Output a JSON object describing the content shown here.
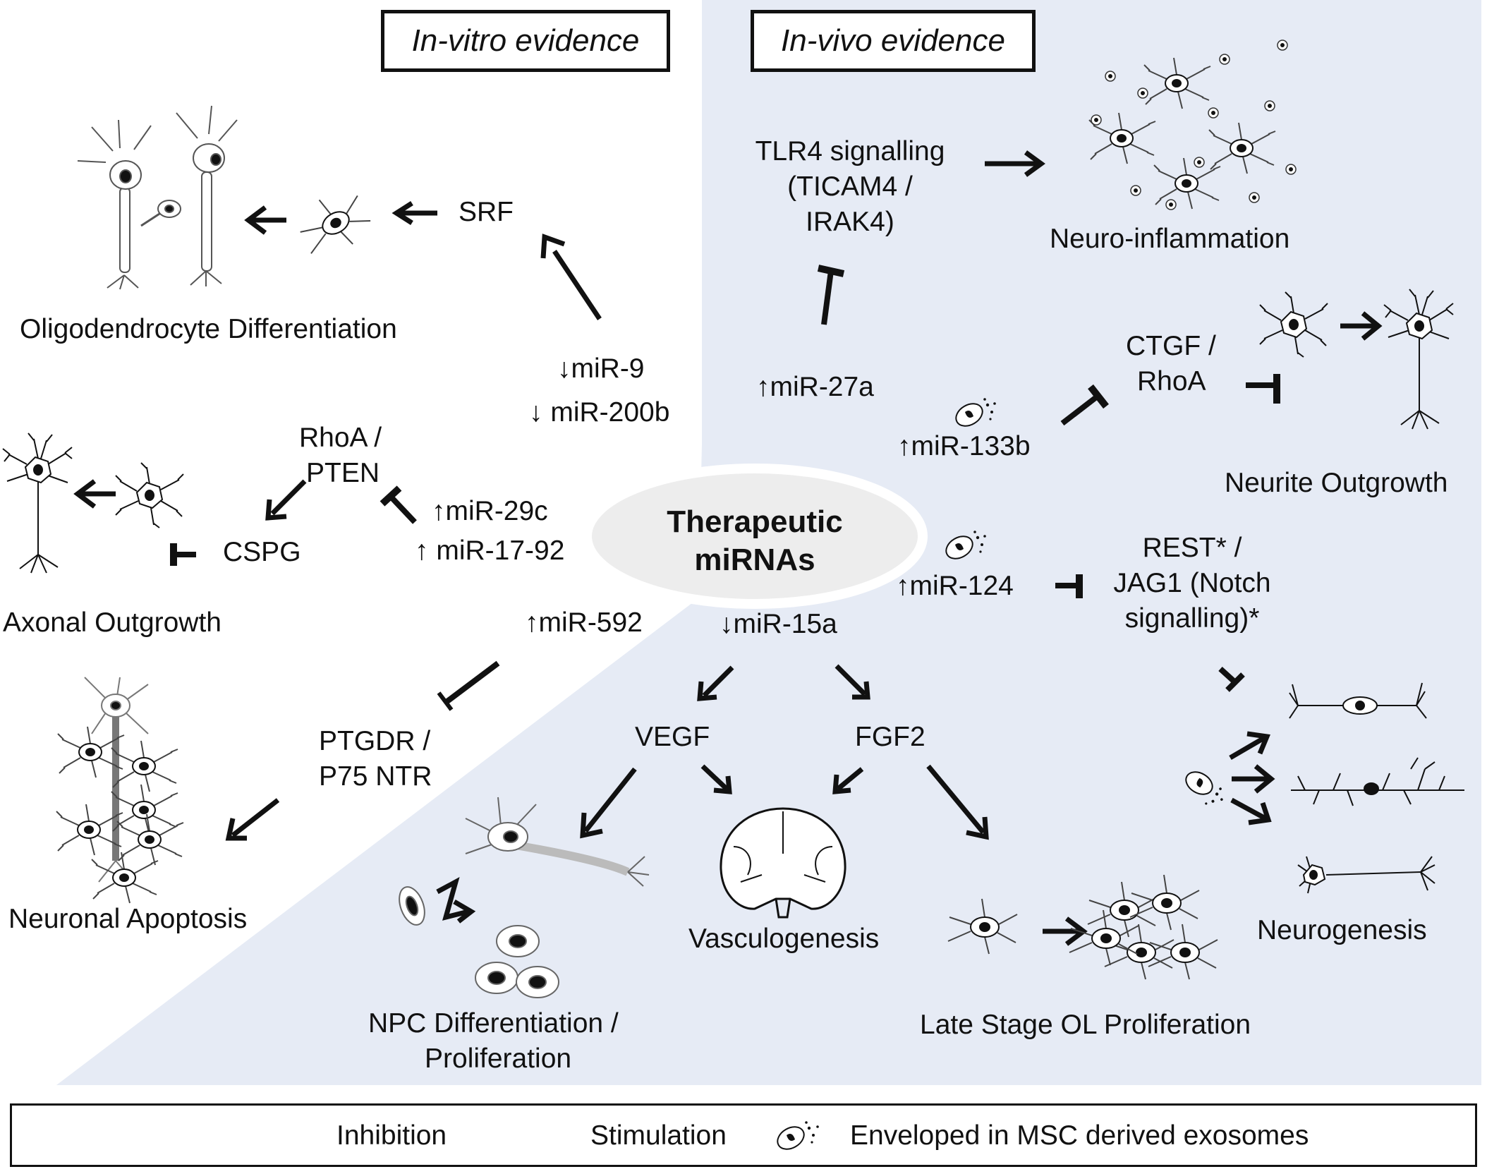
{
  "headers": {
    "in_vitro": "In-vitro evidence",
    "in_vivo": "In-vivo evidence"
  },
  "center": {
    "line1": "Therapeutic",
    "line2": "miRNAs"
  },
  "labels": {
    "srf": "SRF",
    "oligo_diff": "Oligodendrocyte Differentiation",
    "mir9": "↓miR-9",
    "mir200b": "↓ miR-200b",
    "rhoa_pten_1": "RhoA /",
    "rhoa_pten_2": "PTEN",
    "cspg": "CSPG",
    "mir29c": "↑miR-29c",
    "mir1792": "↑ miR-17-92",
    "axonal": "Axonal Outgrowth",
    "mir592": "↑miR-592",
    "ptgdr_1": "PTGDR /",
    "ptgdr_2": "P75 NTR",
    "apoptosis": "Neuronal Apoptosis",
    "tlr4_1": "TLR4 signalling",
    "tlr4_2": "(TICAM4 /",
    "tlr4_3": "IRAK4)",
    "neuroinfl": "Neuro-inflammation",
    "mir27a": "↑miR-27a",
    "mir133b": "↑miR-133b",
    "ctgf_1": "CTGF /",
    "ctgf_2": "RhoA",
    "neurite": "Neurite Outgrowth",
    "mir124": "↑miR-124",
    "rest_1": "REST* /",
    "rest_2": "JAG1 (Notch",
    "rest_3": "signalling)*",
    "mir15a": "↓miR-15a",
    "vegf": "VEGF",
    "fgf2": "FGF2",
    "vasculo": "Vasculogenesis",
    "npc_1": "NPC Differentiation /",
    "npc_2": "Proliferation",
    "late_ol": "Late Stage OL Proliferation",
    "neurogenesis": "Neurogenesis"
  },
  "legend": {
    "inhibition": "Inhibition",
    "stimulation": "Stimulation",
    "exosomes": "Enveloped in MSC derived exosomes"
  },
  "colors": {
    "in_vivo_bg": "#e6ebf5",
    "ellipse": "#ededed",
    "ink": "#111111"
  }
}
